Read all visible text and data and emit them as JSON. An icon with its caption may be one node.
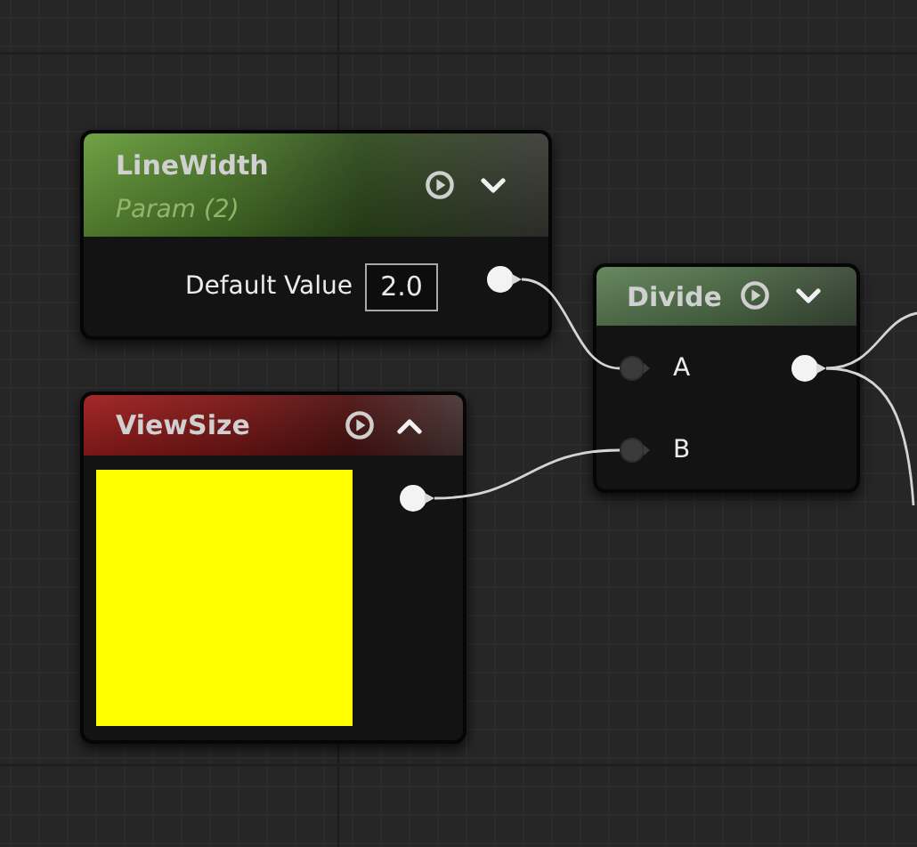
{
  "diagram": {
    "nodes": [
      {
        "text": [
          "LineWidth",
          "Param (2)"
        ]
      },
      {
        "text": [
          "2.0"
        ],
        "in": 0,
        "beside": [
          "Default Value"
        ]
      },
      {
        "text": [],
        "shape": "circle",
        "in": 0
      },
      {
        "text": [
          "Divide"
        ]
      },
      {
        "text": [],
        "shape": "circle",
        "in": 3,
        "beside": [
          "A"
        ]
      },
      {
        "text": [],
        "shape": "circle",
        "in": 3,
        "beside": [
          "B"
        ]
      },
      {
        "text": [],
        "shape": "circle",
        "in": 3
      },
      {
        "text": [
          "ViewSize"
        ]
      },
      {
        "text": [],
        "shape": "box",
        "in": 7
      },
      {
        "text": [],
        "shape": "circle",
        "in": 7
      }
    ],
    "edges": [
      {
        "from": 2,
        "to": 4,
        "arrow": "none"
      },
      {
        "from": 9,
        "to": 5,
        "arrow": "none"
      },
      {
        "from": 6,
        "to": null,
        "arrow": "none"
      },
      {
        "from": 6,
        "to": null,
        "arrow": "none"
      }
    ]
  }
}
